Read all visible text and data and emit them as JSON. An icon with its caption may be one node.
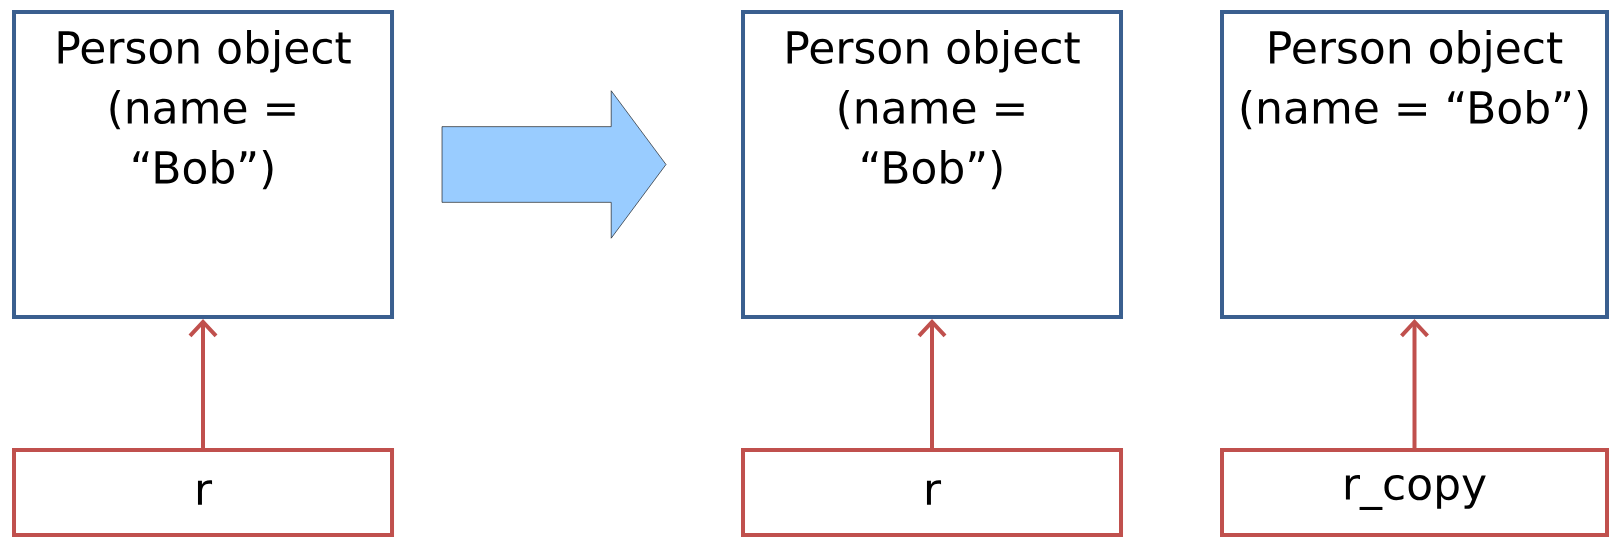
{
  "diagram": {
    "nodes": [
      {
        "text": [
          "Person object (name = “Bob”)"
        ]
      },
      {
        "text": [
          "r"
        ]
      },
      {
        "text": [
          "Person object (name = “Bob”)"
        ]
      },
      {
        "text": [
          "r"
        ]
      },
      {
        "text": [
          "Person object (name = “Bob”)"
        ]
      },
      {
        "text": [
          "r_copy"
        ]
      }
    ],
    "edges": [
      {
        "from": 1,
        "to": 0,
        "arrow": "to"
      },
      {
        "from": 0,
        "to": 2,
        "arrow": "to",
        "style": "thick",
        "color": "#99ccff"
      },
      {
        "from": 3,
        "to": 2,
        "arrow": "to"
      },
      {
        "from": 5,
        "to": 4,
        "arrow": "to"
      }
    ]
  }
}
